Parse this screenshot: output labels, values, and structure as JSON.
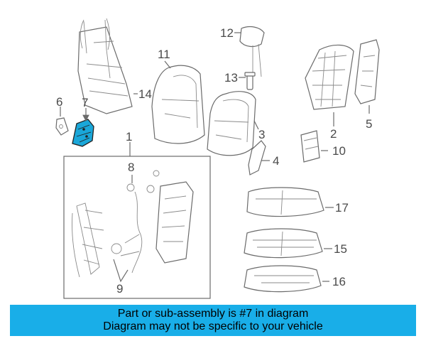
{
  "diagram": {
    "highlight_color": "#1aa7d9",
    "labels": {
      "l1": "1",
      "l2": "2",
      "l3": "3",
      "l4": "4",
      "l5": "5",
      "l6": "6",
      "l7": "7",
      "l8": "8",
      "l9": "9",
      "l10": "10",
      "l11": "11",
      "l12": "12",
      "l13": "13",
      "l14": "14",
      "l15": "15",
      "l16": "16",
      "l17": "17"
    }
  },
  "banner": {
    "color": "#19aee8",
    "line1": "Part or sub-assembly is #7 in diagram",
    "line2": "Diagram may not be specific to your vehicle"
  }
}
